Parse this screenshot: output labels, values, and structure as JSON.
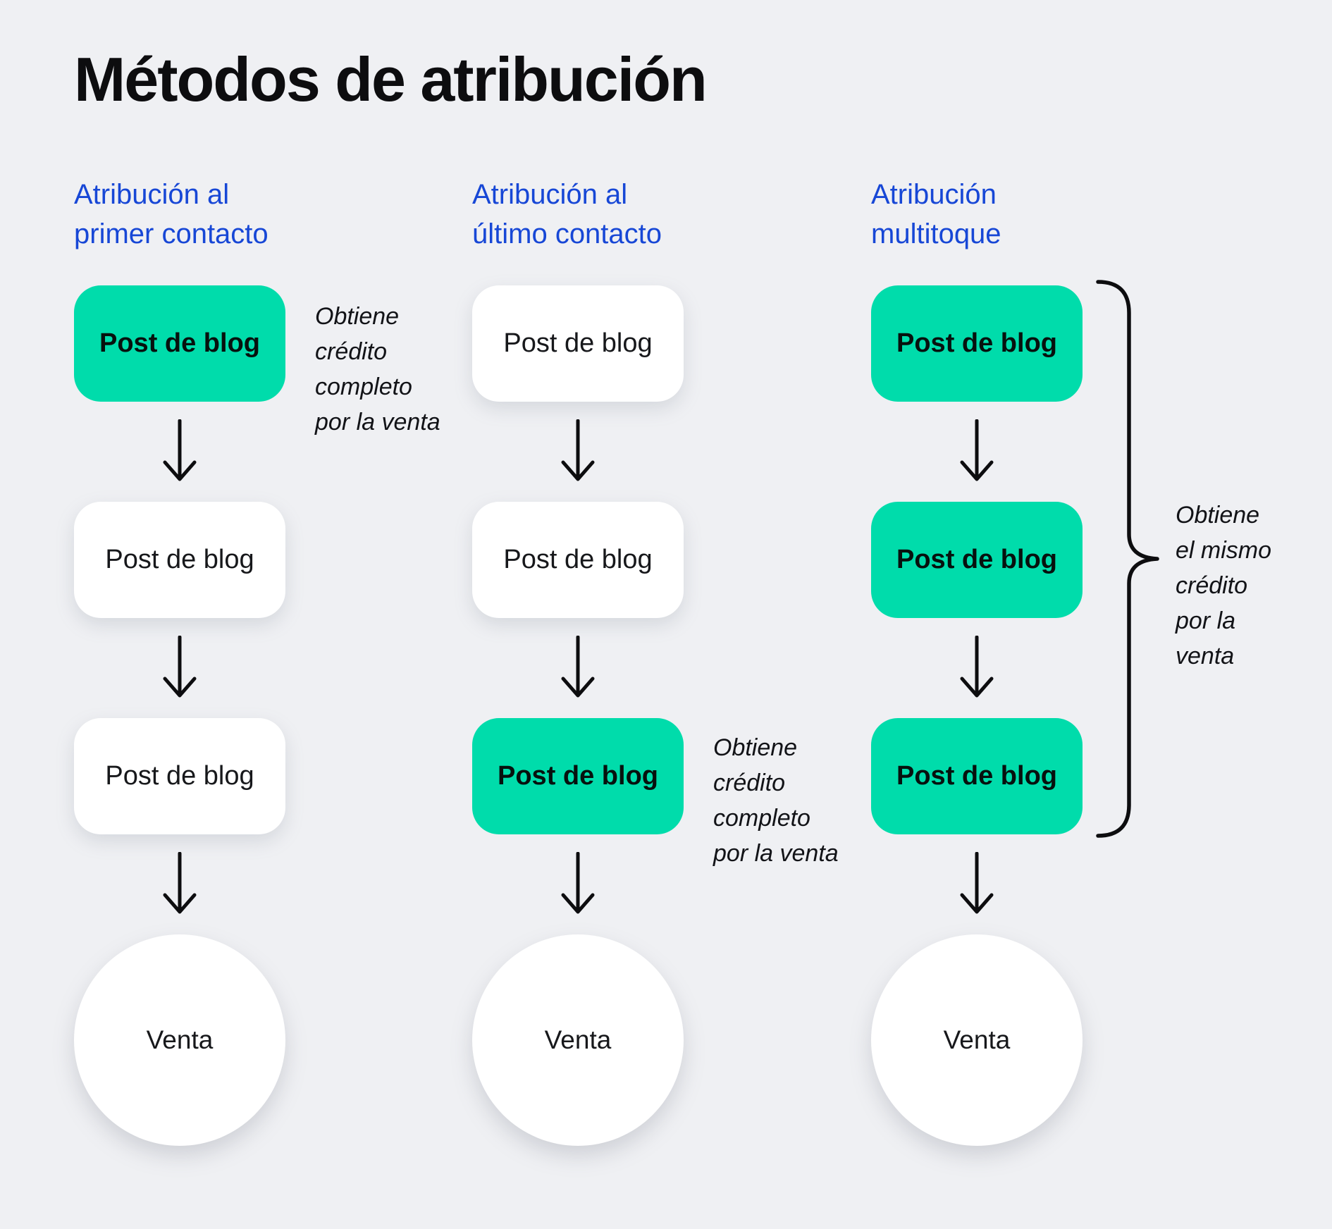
{
  "title": "Métodos de atribución",
  "colors": {
    "background": "#eff0f3",
    "heading_blue": "#1747d6",
    "accent_green": "#00dcab",
    "box_white": "#ffffff",
    "text_dark": "#101114"
  },
  "columns": [
    {
      "id": "first-touch",
      "header_lines": [
        "Atribución al",
        "primer contacto"
      ],
      "boxes": [
        {
          "label": "Post de blog",
          "highlighted": true
        },
        {
          "label": "Post de blog",
          "highlighted": false
        },
        {
          "label": "Post de blog",
          "highlighted": false
        }
      ],
      "result": "Venta",
      "annotation_lines": [
        "Obtiene",
        "crédito",
        "completo",
        "por la venta"
      ]
    },
    {
      "id": "last-touch",
      "header_lines": [
        "Atribución al",
        "último contacto"
      ],
      "boxes": [
        {
          "label": "Post de blog",
          "highlighted": false
        },
        {
          "label": "Post de blog",
          "highlighted": false
        },
        {
          "label": "Post de blog",
          "highlighted": true
        }
      ],
      "result": "Venta",
      "annotation_lines": [
        "Obtiene",
        "crédito",
        "completo",
        "por la venta"
      ]
    },
    {
      "id": "multi-touch",
      "header_lines": [
        "Atribución",
        "multitoque"
      ],
      "boxes": [
        {
          "label": "Post de blog",
          "highlighted": true
        },
        {
          "label": "Post de blog",
          "highlighted": true
        },
        {
          "label": "Post de blog",
          "highlighted": true
        }
      ],
      "result": "Venta",
      "annotation_lines": [
        "Obtiene",
        "el mismo",
        "crédito",
        "por la",
        "venta"
      ]
    }
  ]
}
